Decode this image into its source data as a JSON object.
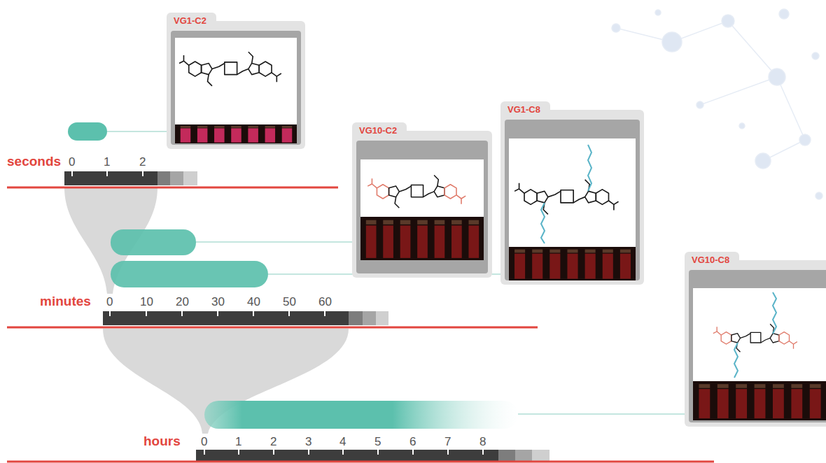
{
  "diagram": {
    "nodes": [
      {
        "text": [
          "VG1-C2"
        ]
      },
      {
        "text": [
          "VG10-C2"
        ]
      },
      {
        "text": [
          "VG1-C8"
        ]
      },
      {
        "text": [
          "VG10-C8"
        ]
      }
    ],
    "labels": [
      "seconds",
      "0",
      "1",
      "2",
      "minutes",
      "0",
      "10",
      "20",
      "30",
      "40",
      "50",
      "60",
      "hours",
      "0",
      "1",
      "2",
      "3",
      "4",
      "5",
      "6",
      "7",
      "8"
    ]
  }
}
